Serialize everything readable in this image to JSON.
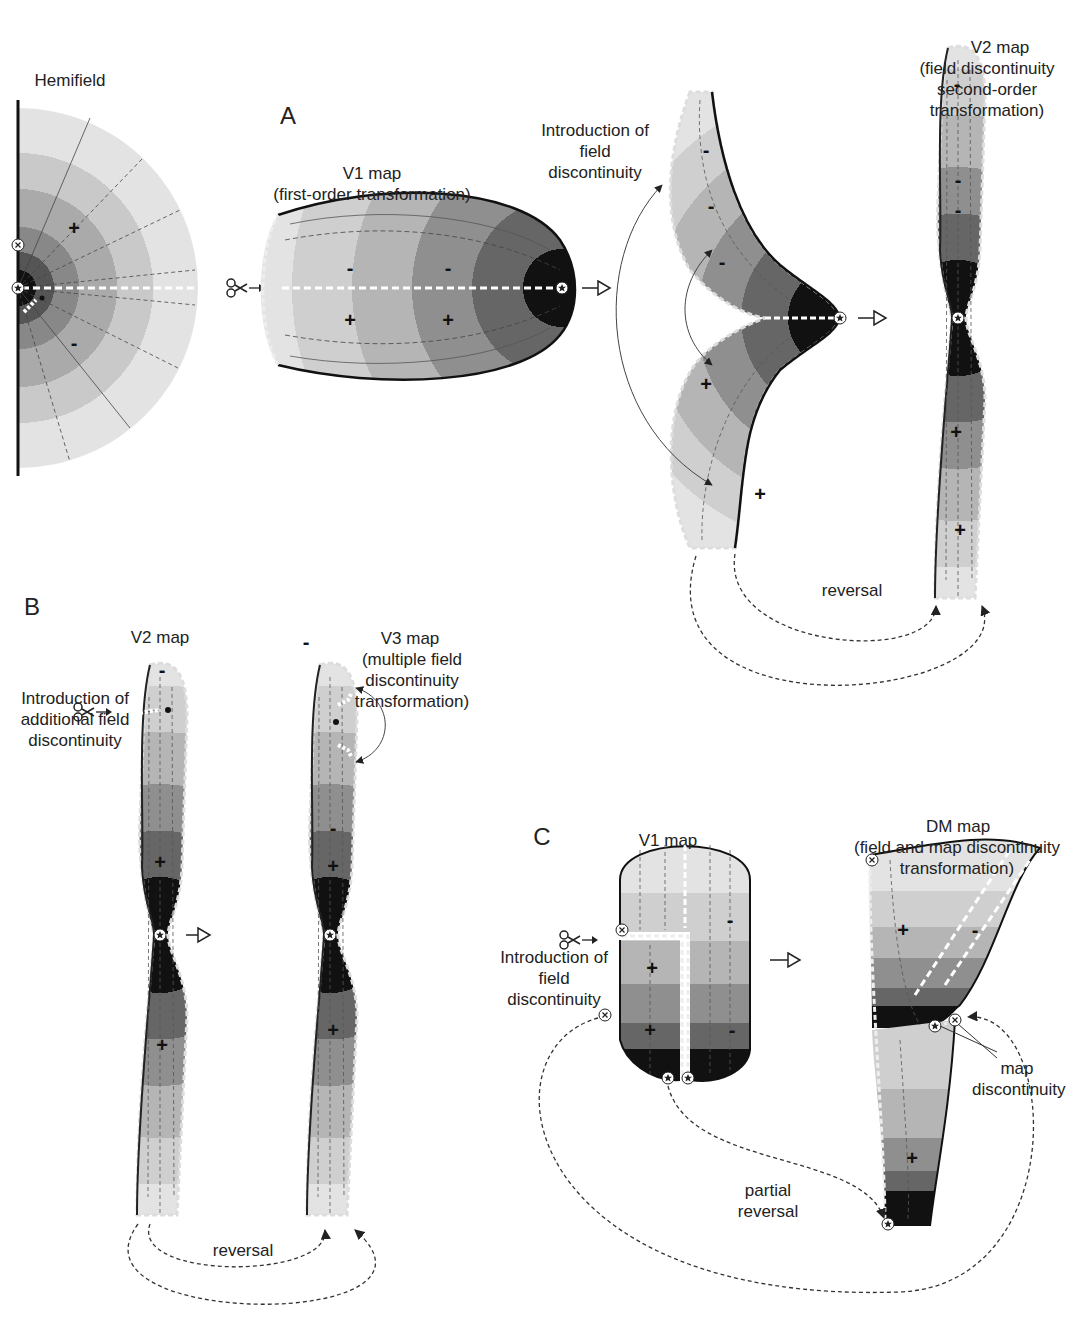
{
  "diagram": {
    "labels": [
      "Hemifield",
      "A",
      "V1 map",
      "(first-order transformation)",
      "+",
      "-",
      "-",
      "-",
      "+",
      "+",
      "Introduction of field discontinuity",
      "V2 map",
      "(field discontinuity second-order transformation)",
      "-",
      "-",
      "-",
      "+",
      "+",
      "-",
      "-",
      "-",
      "+",
      "+",
      "reversal",
      "B",
      "V2 map",
      "Introduction of additional field discontinuity",
      "V3 map",
      "(multiple field discontinuity transformation)",
      "-",
      "+",
      "+",
      "-",
      "-",
      "+",
      "+",
      "reversal",
      "C",
      "V1 map",
      "Introduction of field discontinuity",
      "DM map",
      "(field and map discontinuity transformation)",
      "+",
      "-",
      "+",
      "-",
      "+",
      "-",
      "-",
      "+",
      "map discontinuity",
      "partial reversal"
    ]
  }
}
